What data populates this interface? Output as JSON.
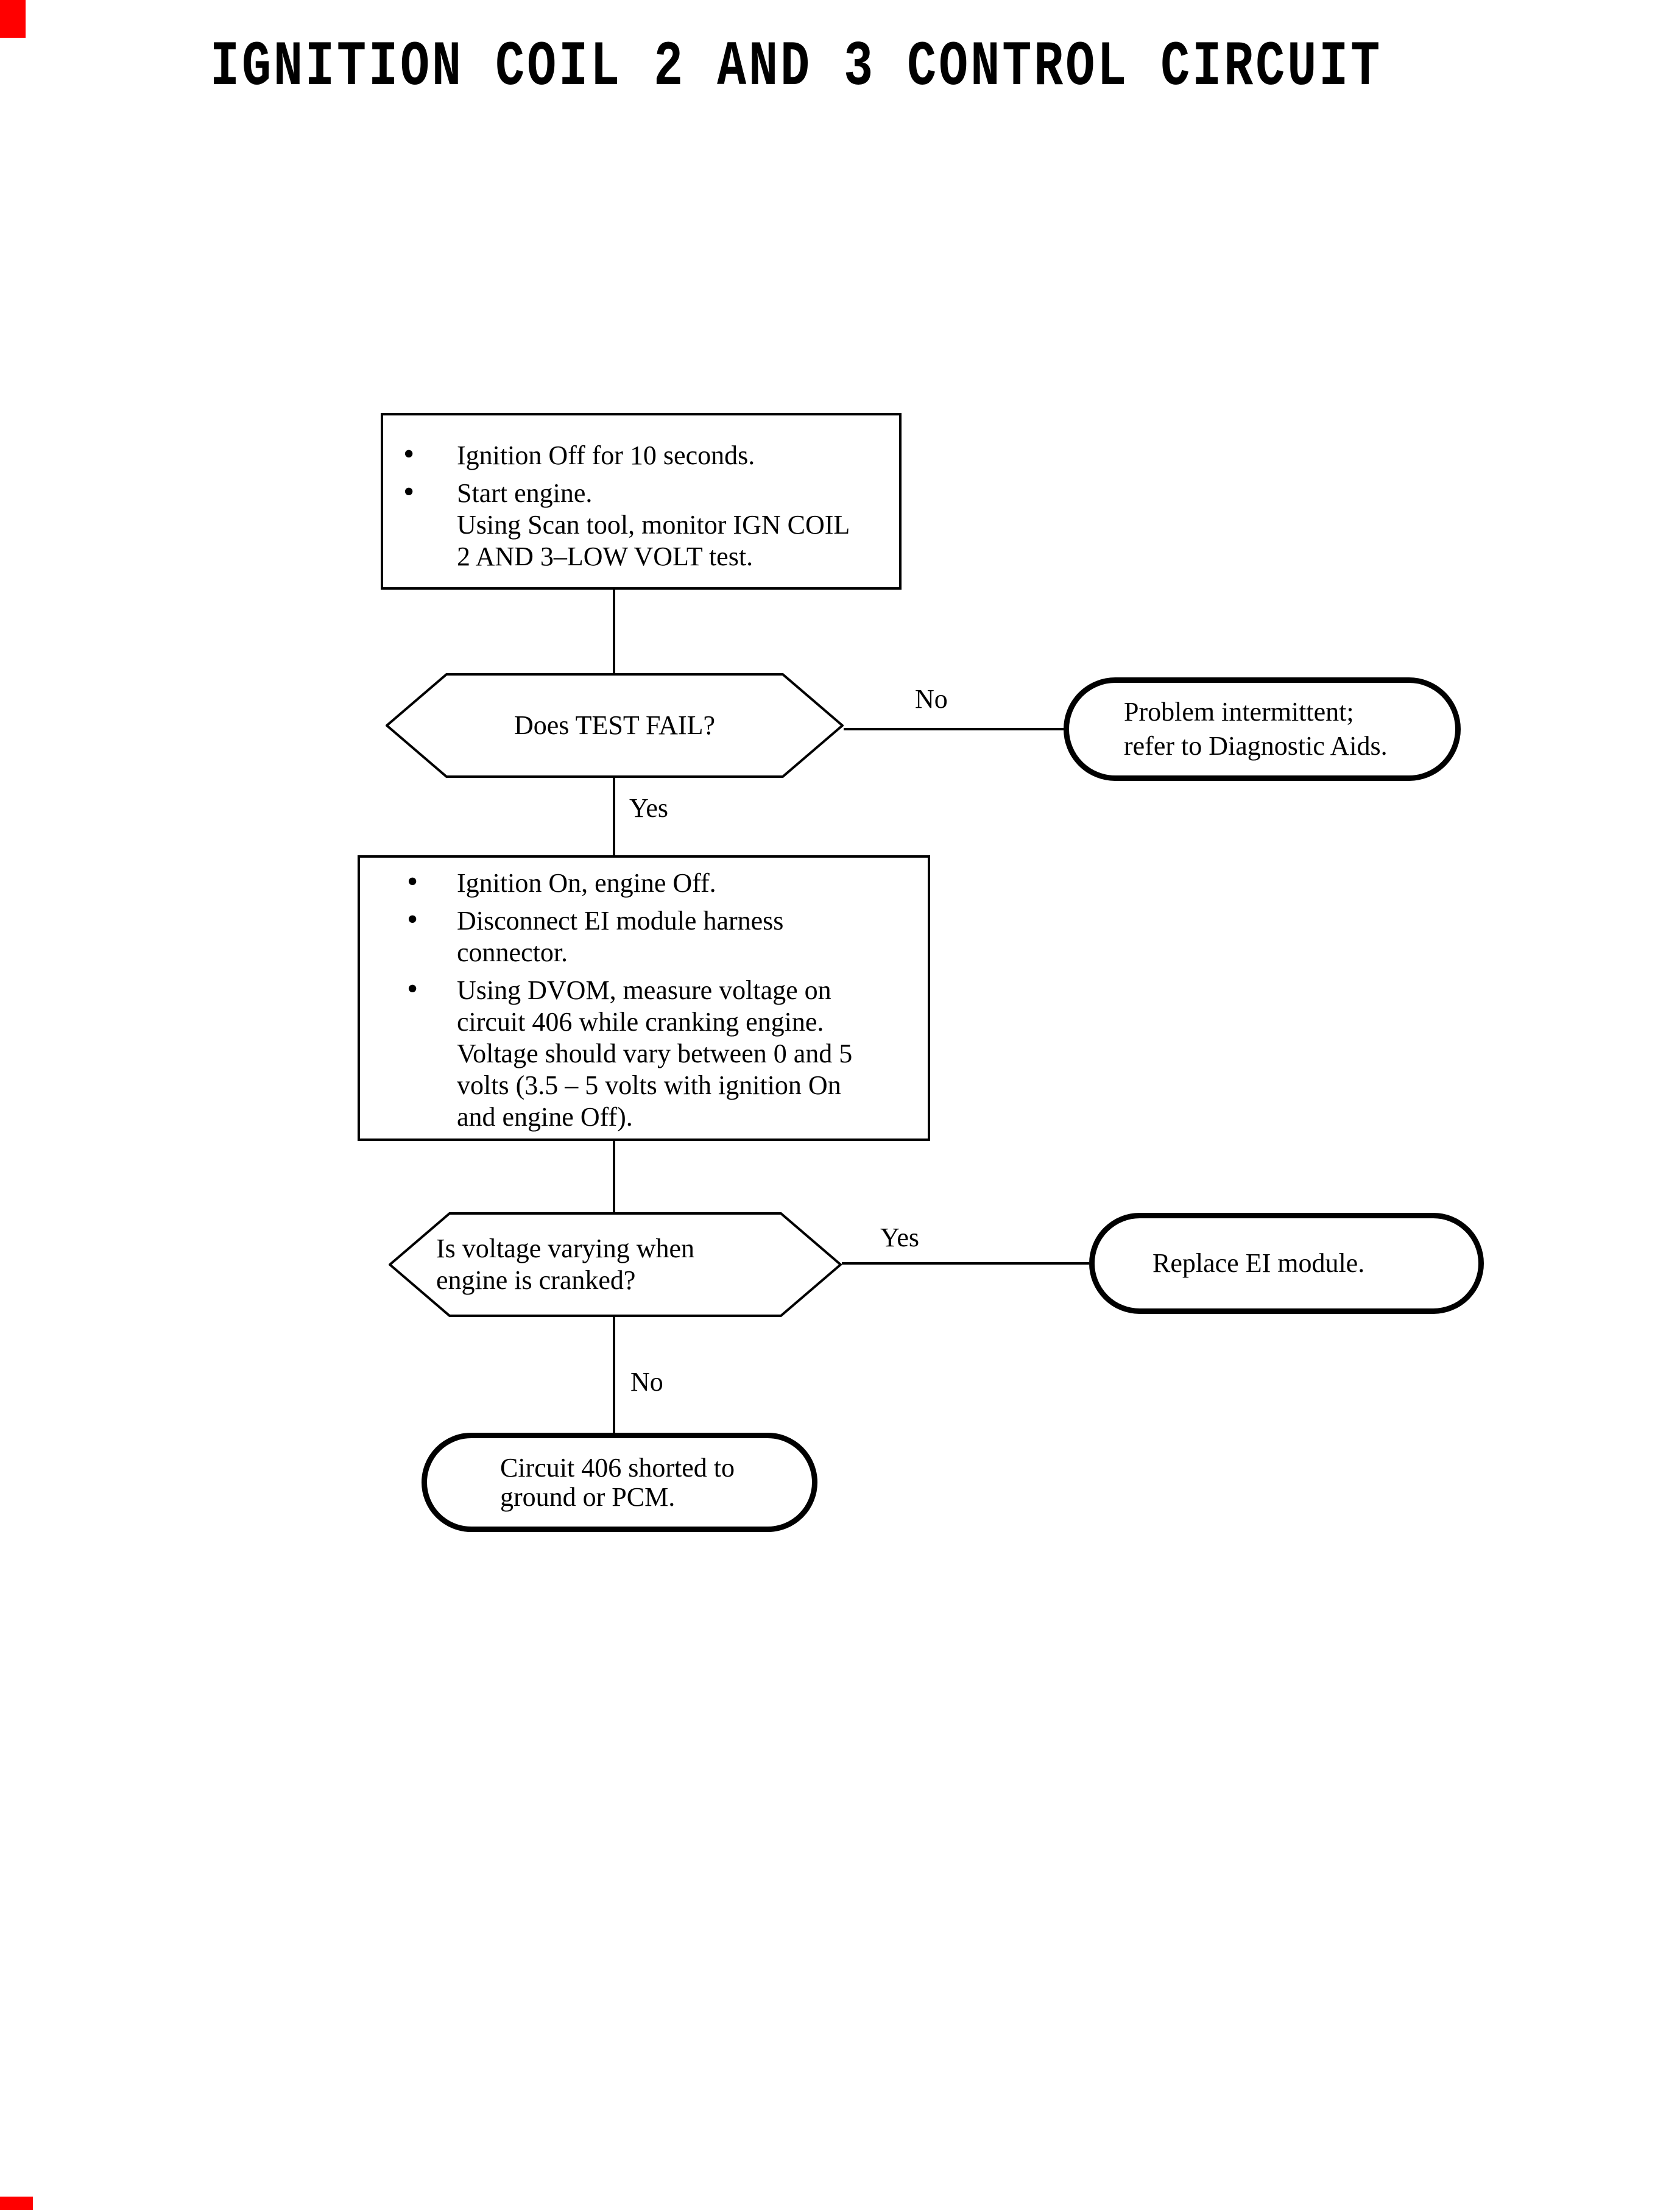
{
  "page_title": "IGNITION COIL 2 AND 3 CONTROL CIRCUIT",
  "colors": {
    "ink": "#000000",
    "background": "#ffffff",
    "corner_mark": "#ff0000"
  },
  "flow": {
    "step1": {
      "bullets": [
        "Ignition Off for 10 seconds.",
        "Start engine.\nUsing Scan tool, monitor IGN COIL\n2 AND 3–LOW VOLT test."
      ]
    },
    "decision1": {
      "question": "Does TEST FAIL?",
      "no_label": "No",
      "yes_label": "Yes"
    },
    "outcome_no1": {
      "text": "Problem intermittent;\nrefer to Diagnostic Aids."
    },
    "step2": {
      "bullets": [
        "Ignition On, engine Off.",
        "Disconnect EI module harness\nconnector.",
        "Using DVOM, measure voltage on\ncircuit 406 while cranking engine.\nVoltage should vary between 0 and 5\nvolts (3.5 – 5 volts with ignition On\nand engine Off)."
      ]
    },
    "decision2": {
      "question": "Is voltage varying when\nengine is cranked?",
      "yes_label": "Yes",
      "no_label": "No"
    },
    "outcome_yes2": {
      "text": "Replace EI module."
    },
    "outcome_no2": {
      "text": "Circuit 406 shorted to\nground or PCM."
    }
  }
}
